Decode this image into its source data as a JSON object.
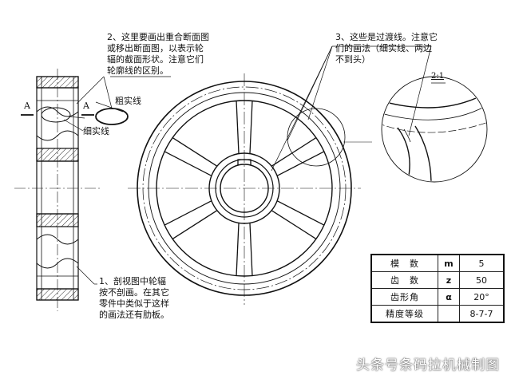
{
  "notes": {
    "note_2": "2、这里要画出重合断面图\n或移出断面图，以表示轮\n辐的截面形状。注意它们\n轮廓线的区别。",
    "note_3": "3、这些是过渡线。注意它\n们的画法（细实线、两边\n不到头）",
    "note_1": "1、剖视图中轮辐\n按不剖画。在其它\n零件中类似于这样\n的画法还有肋板。"
  },
  "labels": {
    "thick_line": "粗实线",
    "thin_line": "细实线",
    "section_a_top": "A",
    "section_a_side": "A",
    "scale": "2:1"
  },
  "param_table": {
    "rows": [
      {
        "name": "模　数",
        "symbol": "m",
        "value": "5"
      },
      {
        "name": "齿　数",
        "symbol": "z",
        "value": "50"
      },
      {
        "name": "齿形角",
        "symbol": "α",
        "value": "20°"
      },
      {
        "name": "精度等级",
        "symbol": "",
        "value": "8-7-7"
      }
    ]
  },
  "watermark": "头条号条码拉机械制图",
  "colors": {
    "line": "#111111",
    "hatch": "#333333"
  }
}
